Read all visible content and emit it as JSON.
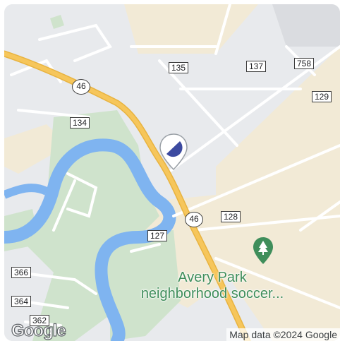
{
  "map": {
    "route_shields": [
      "135",
      "137",
      "758",
      "129",
      "134",
      "128",
      "127",
      "366",
      "364",
      "362"
    ],
    "highway_shields": [
      "46",
      "46"
    ],
    "poi": {
      "label_line1": "Avery Park",
      "label_line2": "neighborhood soccer...",
      "icon": "tree-icon",
      "color": "#3f8e5b"
    },
    "location_pin": {
      "icon": "location-pin-icon",
      "color": "#3c4aa0"
    },
    "logo": "Google",
    "attribution": "Map data ©2024 Google"
  },
  "colors": {
    "background": "#e8eaed",
    "water": "#7fb4f0",
    "park": "#cfe3cc",
    "sand": "#f2ead6",
    "highway": "#f6c65b",
    "minor_road": "#ffffff"
  }
}
